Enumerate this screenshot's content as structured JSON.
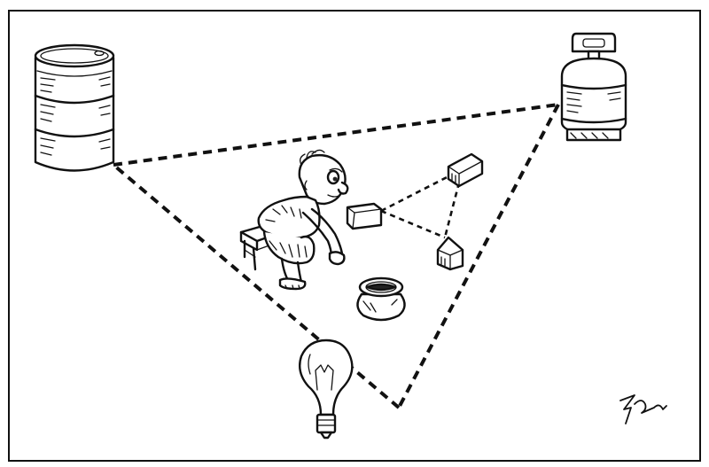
{
  "artwork": {
    "kind": "editorial cartoon",
    "background": "#ffffff",
    "ink_color": "#111111",
    "objects": [
      "frame-border",
      "oil-barrel",
      "gas-cylinder",
      "light-bulb",
      "seated-old-man",
      "wooden-stool",
      "small-boxes",
      "clay-pot",
      "dashed-triangle",
      "artist-signature"
    ]
  }
}
